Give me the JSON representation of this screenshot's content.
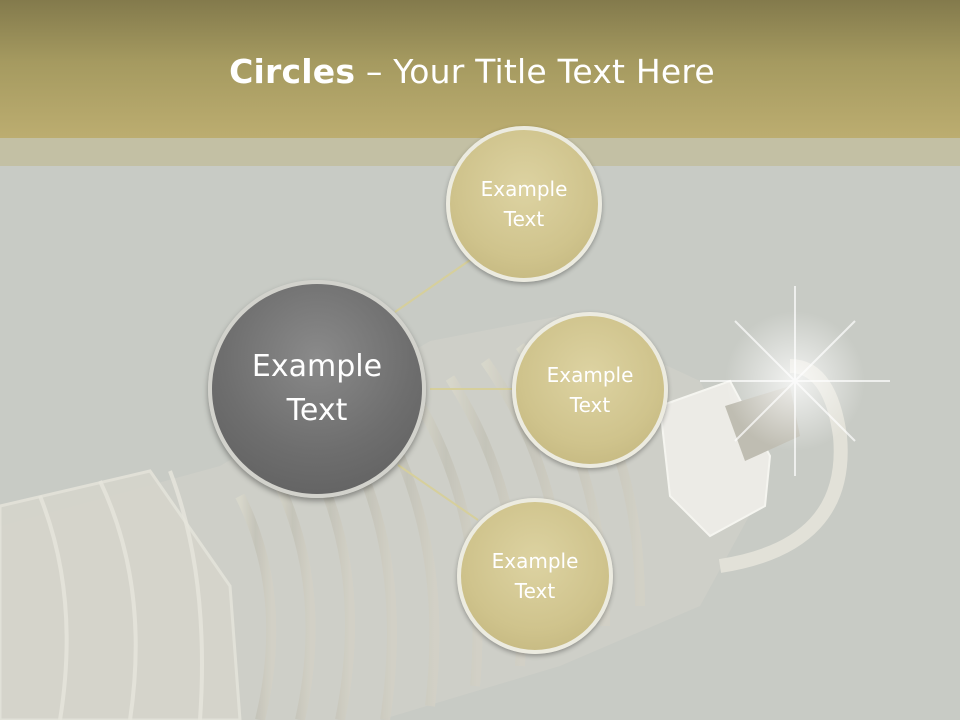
{
  "slide": {
    "title_bold": "Circles",
    "title_rest": " – Your Title Text Here"
  },
  "diagram": {
    "center_label": "Example\nText",
    "nodes": [
      {
        "label": "Example\nText"
      },
      {
        "label": "Example\nText"
      },
      {
        "label": "Example\nText"
      }
    ]
  },
  "colors": {
    "header": "#bcad70",
    "background": "#c8cbc5",
    "center_circle": "#6e6e6e",
    "node_circle": "#cfc38c",
    "connector": "#d6cf9c"
  }
}
